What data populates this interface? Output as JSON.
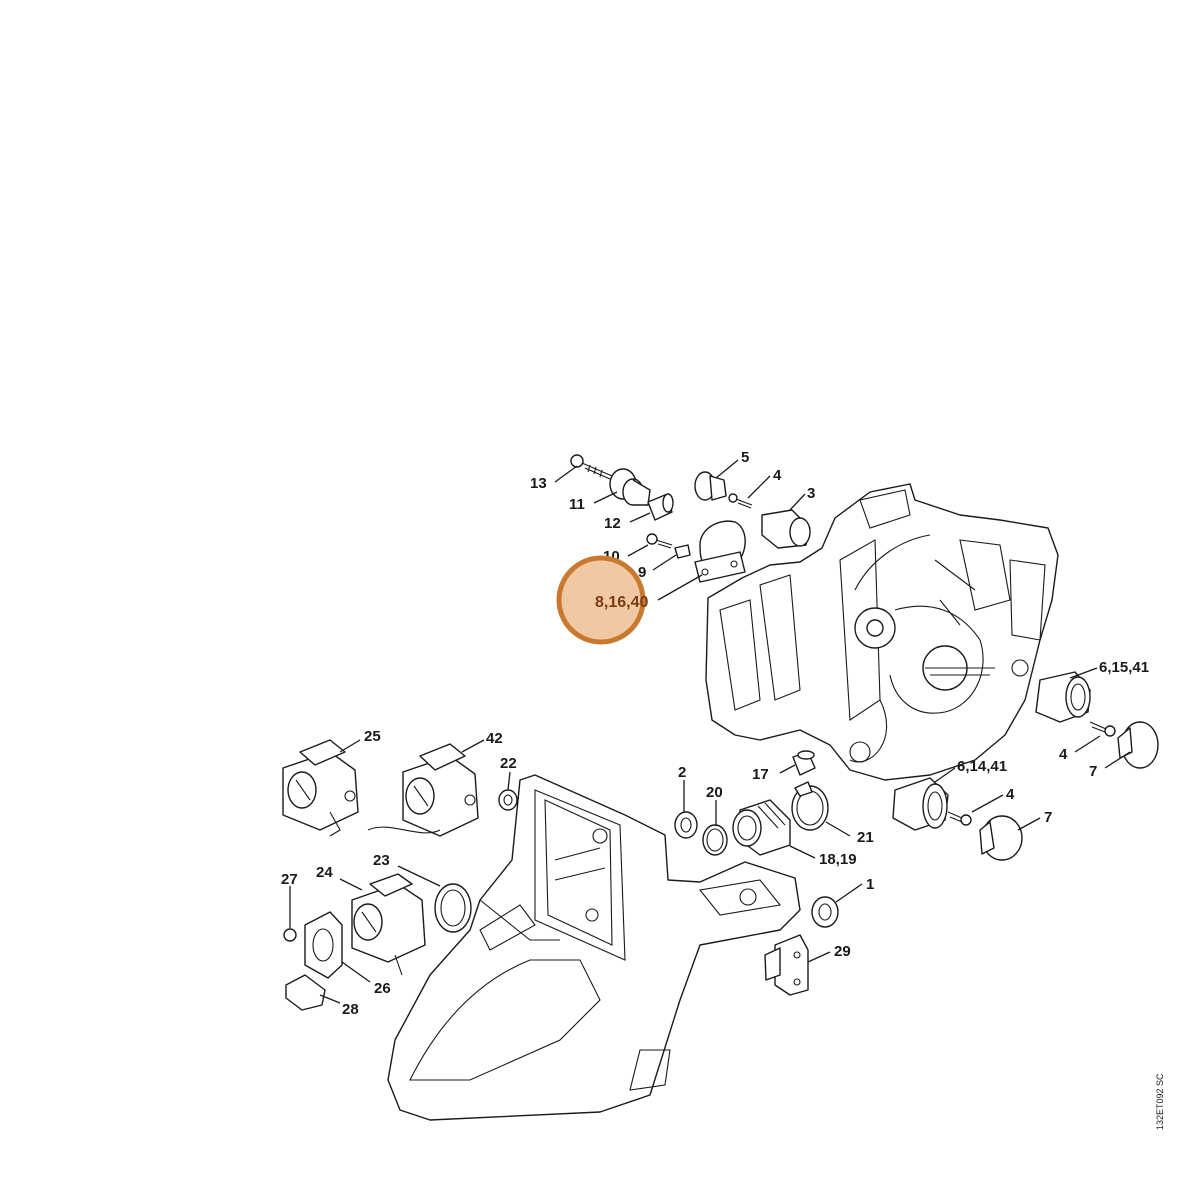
{
  "labels": {
    "p13": "13",
    "p11": "11",
    "p12": "12",
    "p10": "10",
    "p9": "9",
    "p8_16_40": "8,16,40",
    "p5": "5",
    "p4a": "4",
    "p3": "3",
    "p6_15_41": "6,15,41",
    "p4b": "4",
    "p7a": "7",
    "p6_14_41": "6,14,41",
    "p4c": "4",
    "p7b": "7",
    "p17": "17",
    "p2": "2",
    "p20": "20",
    "p21": "21",
    "p18_19": "18,19",
    "p1": "1",
    "p29": "29",
    "p22": "22",
    "p25": "25",
    "p42": "42",
    "p24": "24",
    "p23": "23",
    "p27": "27",
    "p26": "26",
    "p28": "28"
  },
  "highlight": {
    "text": "8,16,40",
    "color": "#f0c9a4",
    "border": "#c9792f"
  },
  "diagram_code": "132ET092 SC"
}
